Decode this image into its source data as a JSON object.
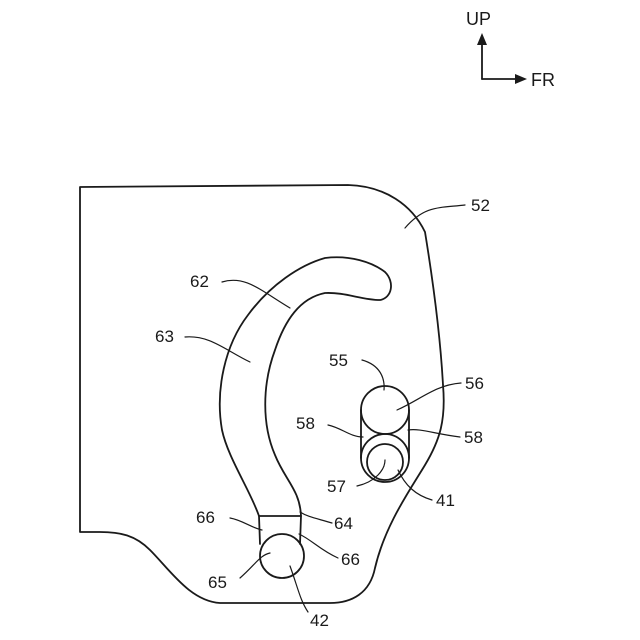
{
  "orientation": {
    "up_label": "UP",
    "forward_label": "FR"
  },
  "reference_numerals": {
    "plate": "52",
    "arc_hole": "62",
    "arc_hole_side": "63",
    "upper_circle": "55",
    "upper_circle_right": "56",
    "neck_left": "58",
    "neck_right": "58",
    "lower_circle": "57",
    "lower_pin": "41",
    "slot_end_left": "66",
    "slot_end_right": "66",
    "slot_narrow": "64",
    "end_circle": "65",
    "end_pin": "42"
  }
}
